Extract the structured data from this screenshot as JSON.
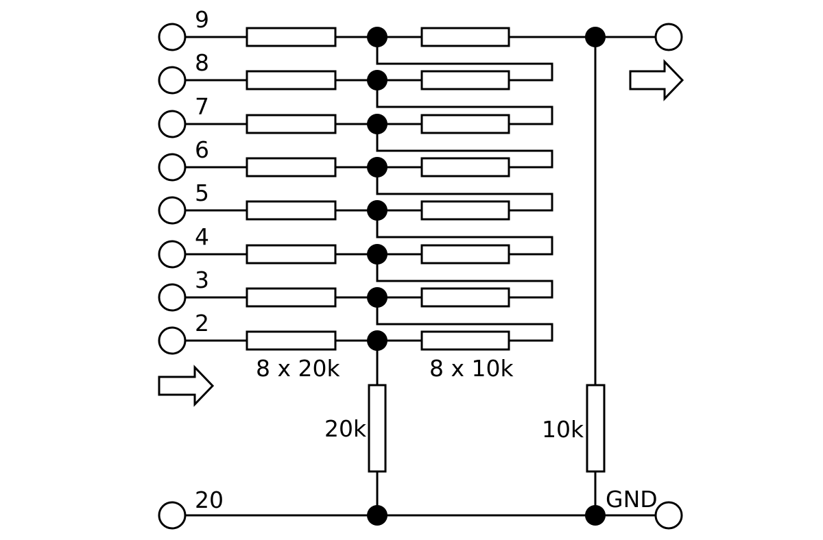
{
  "pins": [
    {
      "label": "9"
    },
    {
      "label": "8"
    },
    {
      "label": "7"
    },
    {
      "label": "6"
    },
    {
      "label": "5"
    },
    {
      "label": "4"
    },
    {
      "label": "3"
    },
    {
      "label": "2"
    }
  ],
  "ground_pin": {
    "label": "20"
  },
  "output_label": "GND",
  "labels": {
    "input_resistors": "8 x 20k",
    "ladder_resistors": "8 x 10k",
    "bottom_left_resistor": "20k",
    "bottom_right_resistor": "10k"
  },
  "icons": {
    "input_arrow": "right-arrow-icon",
    "output_arrow": "right-arrow-icon"
  }
}
